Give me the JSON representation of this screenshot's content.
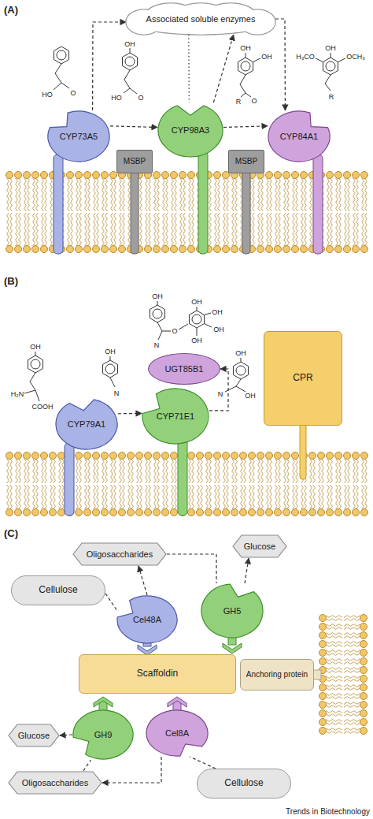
{
  "diagram": {
    "nodes": [
      {
        "text": [
          "Associated soluble enzymes"
        ]
      },
      {
        "text": [
          "CYP73A5"
        ]
      },
      {
        "text": [
          "MSBP"
        ]
      },
      {
        "text": [
          "CYP98A3"
        ]
      },
      {
        "text": [
          "MSBP"
        ]
      },
      {
        "text": [
          "CYP84A1"
        ]
      },
      {
        "text": [
          "CYP79A1"
        ]
      },
      {
        "text": [
          "CYP71E1"
        ]
      },
      {
        "text": [
          "UGT85B1"
        ]
      },
      {
        "text": [
          "CPR"
        ]
      },
      {
        "text": [
          "Oligosaccharides"
        ]
      },
      {
        "text": [
          "Glucose"
        ]
      },
      {
        "text": [
          "Cellulose"
        ]
      },
      {
        "text": [
          "Cel48A"
        ]
      },
      {
        "text": [
          "GH5"
        ]
      },
      {
        "text": [
          "Scaffoldin"
        ]
      },
      {
        "text": [
          "Anchoring protein"
        ]
      },
      {
        "text": [
          "GH9"
        ]
      },
      {
        "text": [
          "Cel8A"
        ]
      },
      {
        "text": [
          "Glucose"
        ]
      },
      {
        "text": [
          "Oligosaccharides"
        ]
      },
      {
        "text": [
          "Cellulose"
        ]
      }
    ],
    "edges": [
      {
        "from": 1,
        "to": 0,
        "arrow": "to"
      },
      {
        "from": 3,
        "to": 0,
        "arrow": "to"
      },
      {
        "from": 0,
        "to": 5,
        "arrow": "to"
      },
      {
        "from": 1,
        "to": 3,
        "arrow": "to"
      },
      {
        "from": 3,
        "to": 5,
        "arrow": "to"
      },
      {
        "from": 0,
        "to": 3,
        "arrow": "none"
      },
      {
        "from": 6,
        "to": 7,
        "arrow": "to"
      },
      {
        "from": 7,
        "to": 8,
        "arrow": "to"
      },
      {
        "from": 12,
        "to": 13,
        "arrow": "none"
      },
      {
        "from": 13,
        "to": 10,
        "arrow": "to"
      },
      {
        "from": 10,
        "to": 14,
        "arrow": "none"
      },
      {
        "from": 14,
        "to": 11,
        "arrow": "to"
      },
      {
        "from": 21,
        "to": 18,
        "arrow": "none"
      },
      {
        "from": 18,
        "to": 20,
        "arrow": "to"
      },
      {
        "from": 20,
        "to": 17,
        "arrow": "none"
      },
      {
        "from": 17,
        "to": 19,
        "arrow": "to"
      }
    ],
    "labels": [
      "(A)",
      "HO",
      "O",
      "OH",
      "HO",
      "O",
      "OH",
      "OH",
      "R",
      "O",
      "OH",
      "H₃CO",
      "OCH₃",
      "R",
      "(B)",
      "OH",
      "H₂N",
      "COOH",
      "OH",
      "N",
      "OH",
      "N",
      "O",
      "OH",
      "OH",
      "OH",
      "OH",
      "OH",
      "N",
      "OH",
      "(C)",
      "Trends in Biotechnology"
    ]
  }
}
